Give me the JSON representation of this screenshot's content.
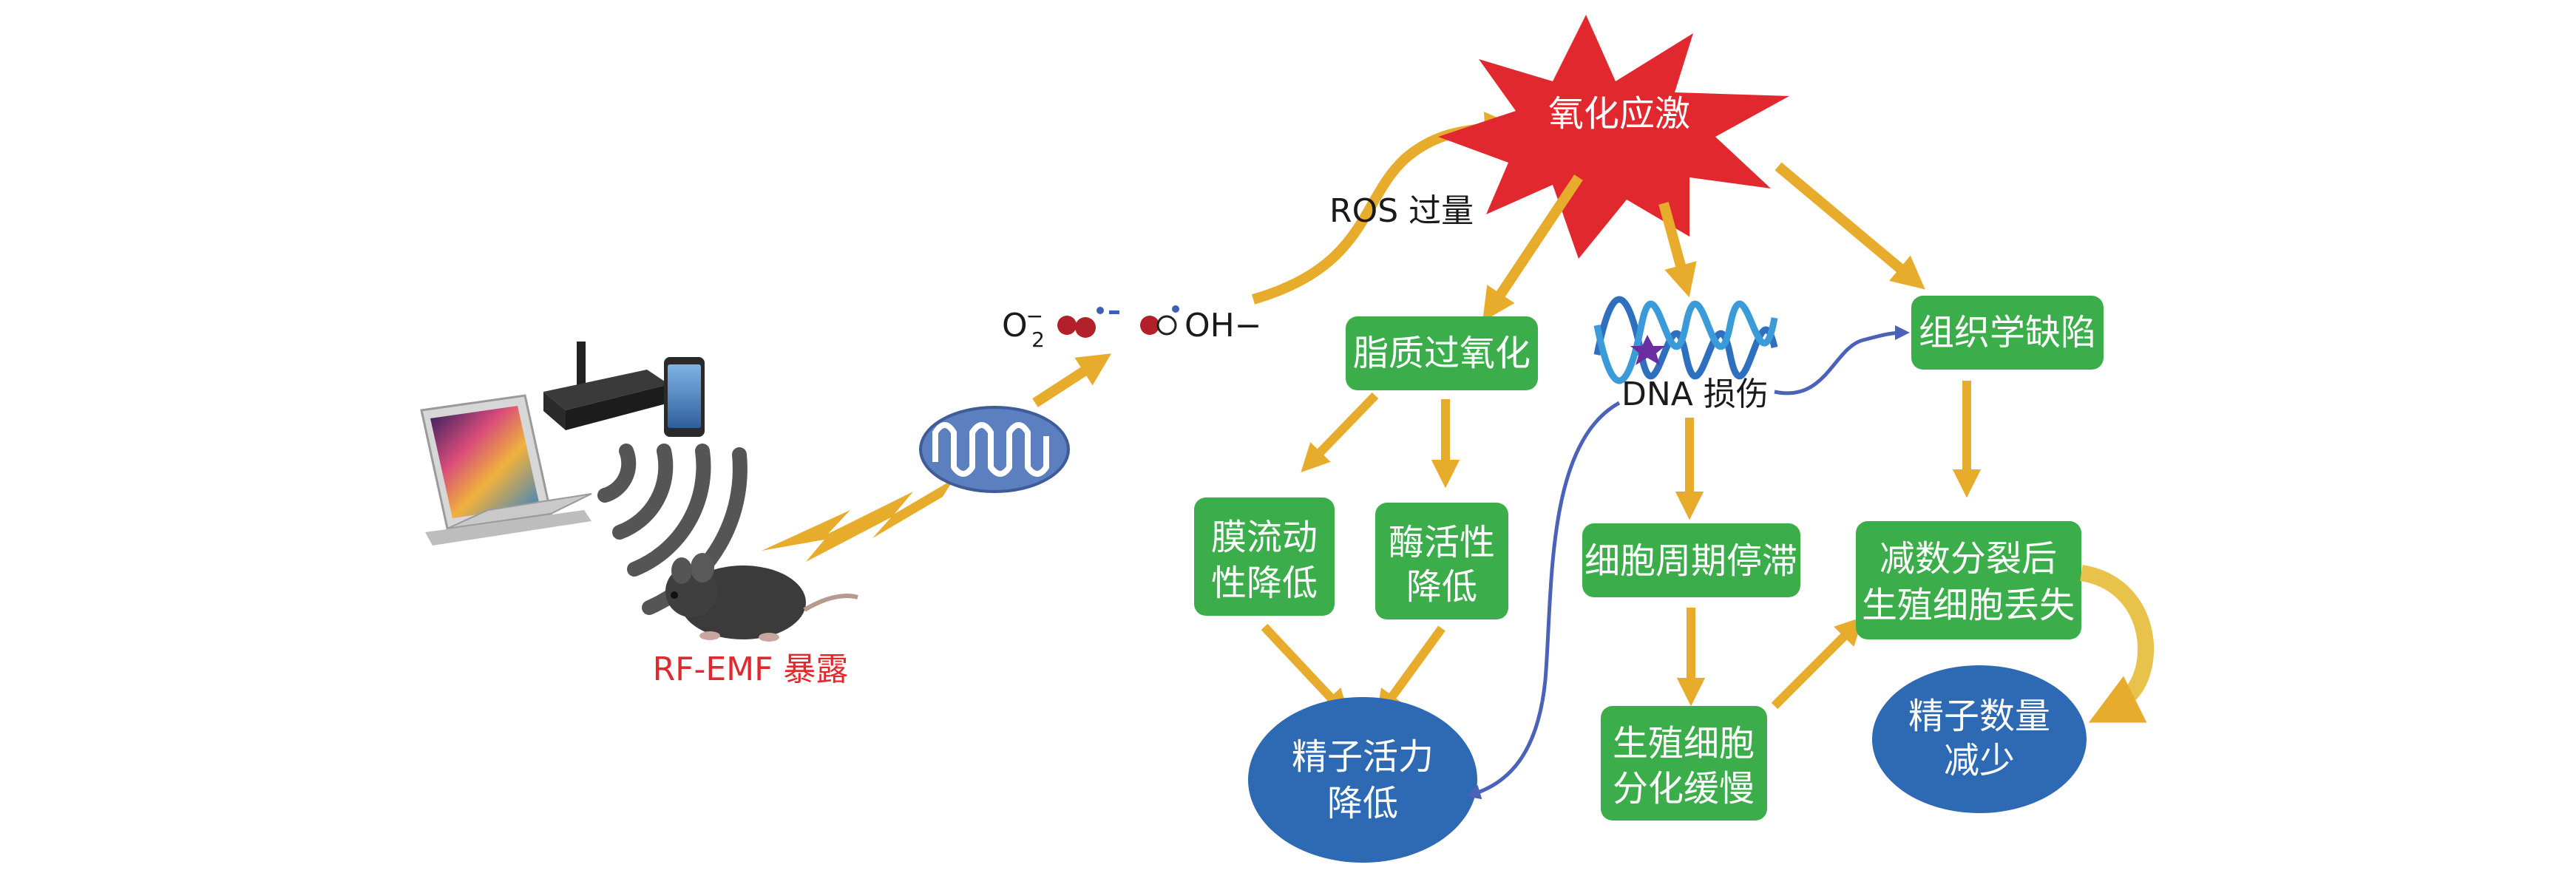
{
  "colors": {
    "green": "#3cad4b",
    "blue": "#2e6ab3",
    "orange": "#e8ac2c",
    "red": "#e0282e",
    "line_blue": "#4a62b8"
  },
  "exposure": {
    "label": "RF-EMF 暴露"
  },
  "ros": {
    "label": "ROS 过量",
    "superoxide_base": "O",
    "superoxide_sub": "2",
    "superoxide_sup": "−",
    "hydroxyl": "OH−"
  },
  "nodes": {
    "oxidative_stress": "氧化应激",
    "lipid_peroxidation": "脂质过氧化",
    "dna_damage": "DNA 损伤",
    "histology_defect": "组织学缺陷",
    "membrane_fluidity": [
      "膜流动",
      "性降低"
    ],
    "enzyme_activity": [
      "酶活性",
      "降低"
    ],
    "cell_cycle_arrest": "细胞周期停滞",
    "germ_cell_loss": [
      "减数分裂后",
      "生殖细胞丢失"
    ],
    "germ_cell_differentiation": [
      "生殖细胞",
      "分化缓慢"
    ],
    "sperm_motility": [
      "精子活力",
      "降低"
    ],
    "sperm_count": [
      "精子数量",
      "减少"
    ]
  },
  "icons": {
    "laptop": "laptop-icon",
    "router": "router-icon",
    "phone": "phone-icon",
    "waves": "radio-waves-icon",
    "mouse": "mouse-icon",
    "mitochondrion": "mitochondrion-icon",
    "dna": "dna-helix-icon",
    "molecules": "molecule-icon"
  }
}
